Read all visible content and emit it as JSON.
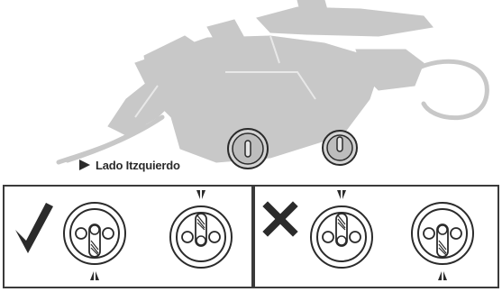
{
  "diagram": {
    "side_label": "Lado Itzquierdo",
    "colors": {
      "machine_gray": "#c6c6c6",
      "ink": "#2b2b2b",
      "frame": "#3a3a3a"
    },
    "panels": [
      {
        "status": "correct",
        "icon": "checkmark-icon",
        "items": [
          {
            "slot_orientation": "down",
            "marker_position": "bottom"
          },
          {
            "slot_orientation": "up",
            "marker_position": "top"
          }
        ]
      },
      {
        "status": "incorrect",
        "icon": "cross-icon",
        "items": [
          {
            "slot_orientation": "up",
            "marker_position": "top"
          },
          {
            "slot_orientation": "down",
            "marker_position": "bottom"
          }
        ]
      }
    ]
  }
}
